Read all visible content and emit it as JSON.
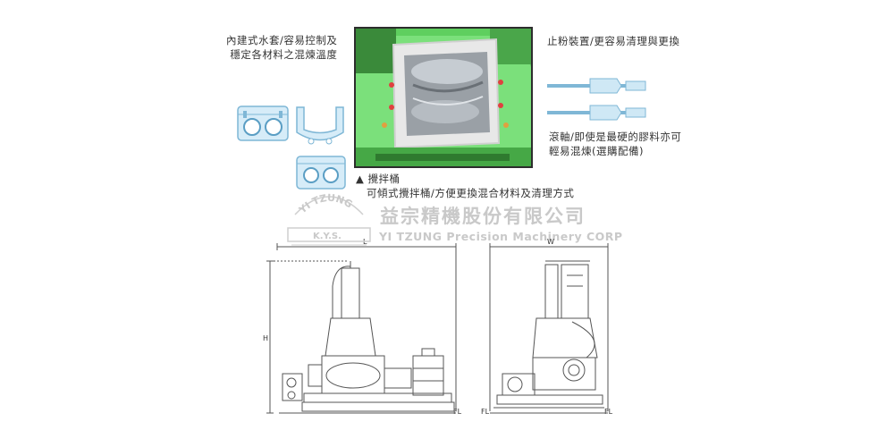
{
  "captions": {
    "water_jacket": [
      "內建式水套/容易控制及",
      "穩定各材料之混煉溫度"
    ],
    "dust_stop": "止粉裝置/更容易清理與更換",
    "rotor": [
      "滾軸/即使是最硬的膠料亦可",
      "輕易混煉(選購配備)"
    ],
    "chamber_title": "▲ 攪拌桶",
    "chamber_desc": "可傾式攪拌桶/方便更換混合材料及清理方式"
  },
  "watermark": {
    "logo_arc": "YI TZUNG",
    "logo_box": "K.Y.S.",
    "company_cn": "益宗精機股份有限公司",
    "company_en": "YI TZUNG Precision Machinery CORP"
  },
  "dimensions": {
    "length": "L",
    "width": "W",
    "height": "H",
    "floor_left_front": "FL",
    "floor_right_side": "FL",
    "floor_left_side": "FL"
  },
  "colors": {
    "machine_green": "#6fd86f",
    "dark_green": "#3a9a3a",
    "part_blue": "#cfe8f5",
    "line_gray": "#666666"
  }
}
